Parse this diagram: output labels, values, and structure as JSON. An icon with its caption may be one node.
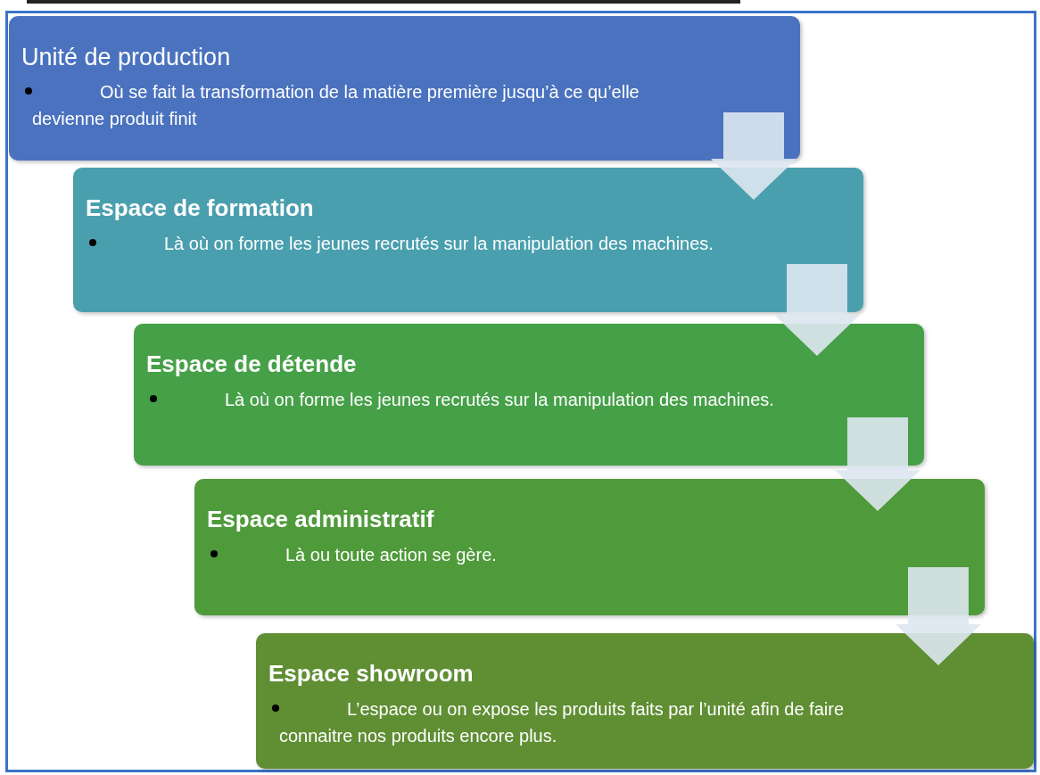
{
  "diagram": {
    "nodes": [
      {
        "text": [
          "Unité de production",
          "Où se fait la transformation de la matière première jusqu’à ce qu’elle devienne produit finit"
        ]
      },
      {
        "text": [
          "Espace de formation",
          "Là où on forme les jeunes recrutés sur la manipulation des machines."
        ]
      },
      {
        "text": [
          "Espace de détende",
          "Là où on forme les jeunes recrutés sur la manipulation des machines."
        ]
      },
      {
        "text": [
          "Espace administratif",
          "Là ou toute action se gère."
        ]
      },
      {
        "text": [
          "Espace showroom",
          "L’espace ou on expose les produits faits par l’unité afin de faire connaitre nos produits encore plus."
        ]
      }
    ],
    "edges": [
      {
        "from": 0,
        "to": 1,
        "arrow": "to"
      },
      {
        "from": 1,
        "to": 2,
        "arrow": "to"
      },
      {
        "from": 2,
        "to": 3,
        "arrow": "to"
      },
      {
        "from": 3,
        "to": 4,
        "arrow": "to"
      }
    ]
  }
}
